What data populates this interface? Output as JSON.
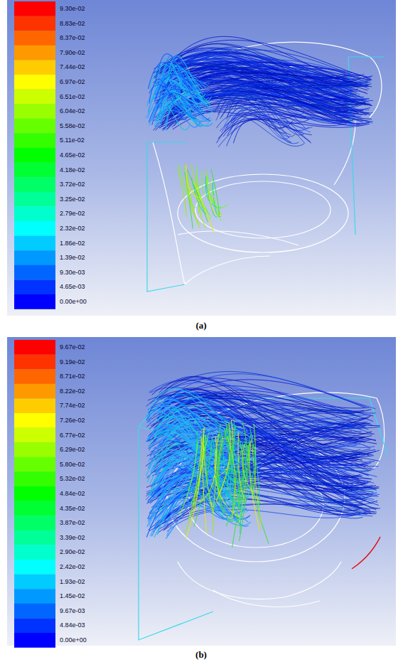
{
  "diagram": {
    "labels": [
      "9.30e-02",
      "8.83e-02",
      "8.37e-02",
      "7.90e-02",
      "7.44e-02",
      "6.97e-02",
      "6.51e-02",
      "6.04e-02",
      "5.58e-02",
      "5.11e-02",
      "4.65e-02",
      "4.18e-02",
      "3.72e-02",
      "3.25e-02",
      "2.79e-02",
      "2.32e-02",
      "1.86e-02",
      "1.39e-02",
      "9.30e-03",
      "4.65e-03",
      "0.00e+00",
      "(a)",
      "9.67e-02",
      "9.19e-02",
      "8.71e-02",
      "8.22e-02",
      "7.74e-02",
      "7.26e-02",
      "6.77e-02",
      "6.29e-02",
      "5.80e-02",
      "5.32e-02",
      "4.84e-02",
      "4.35e-02",
      "3.87e-02",
      "3.39e-02",
      "2.90e-02",
      "2.42e-02",
      "1.93e-02",
      "1.45e-02",
      "9.67e-03",
      "4.84e-03",
      "0.00e+00",
      "(b)"
    ]
  }
}
